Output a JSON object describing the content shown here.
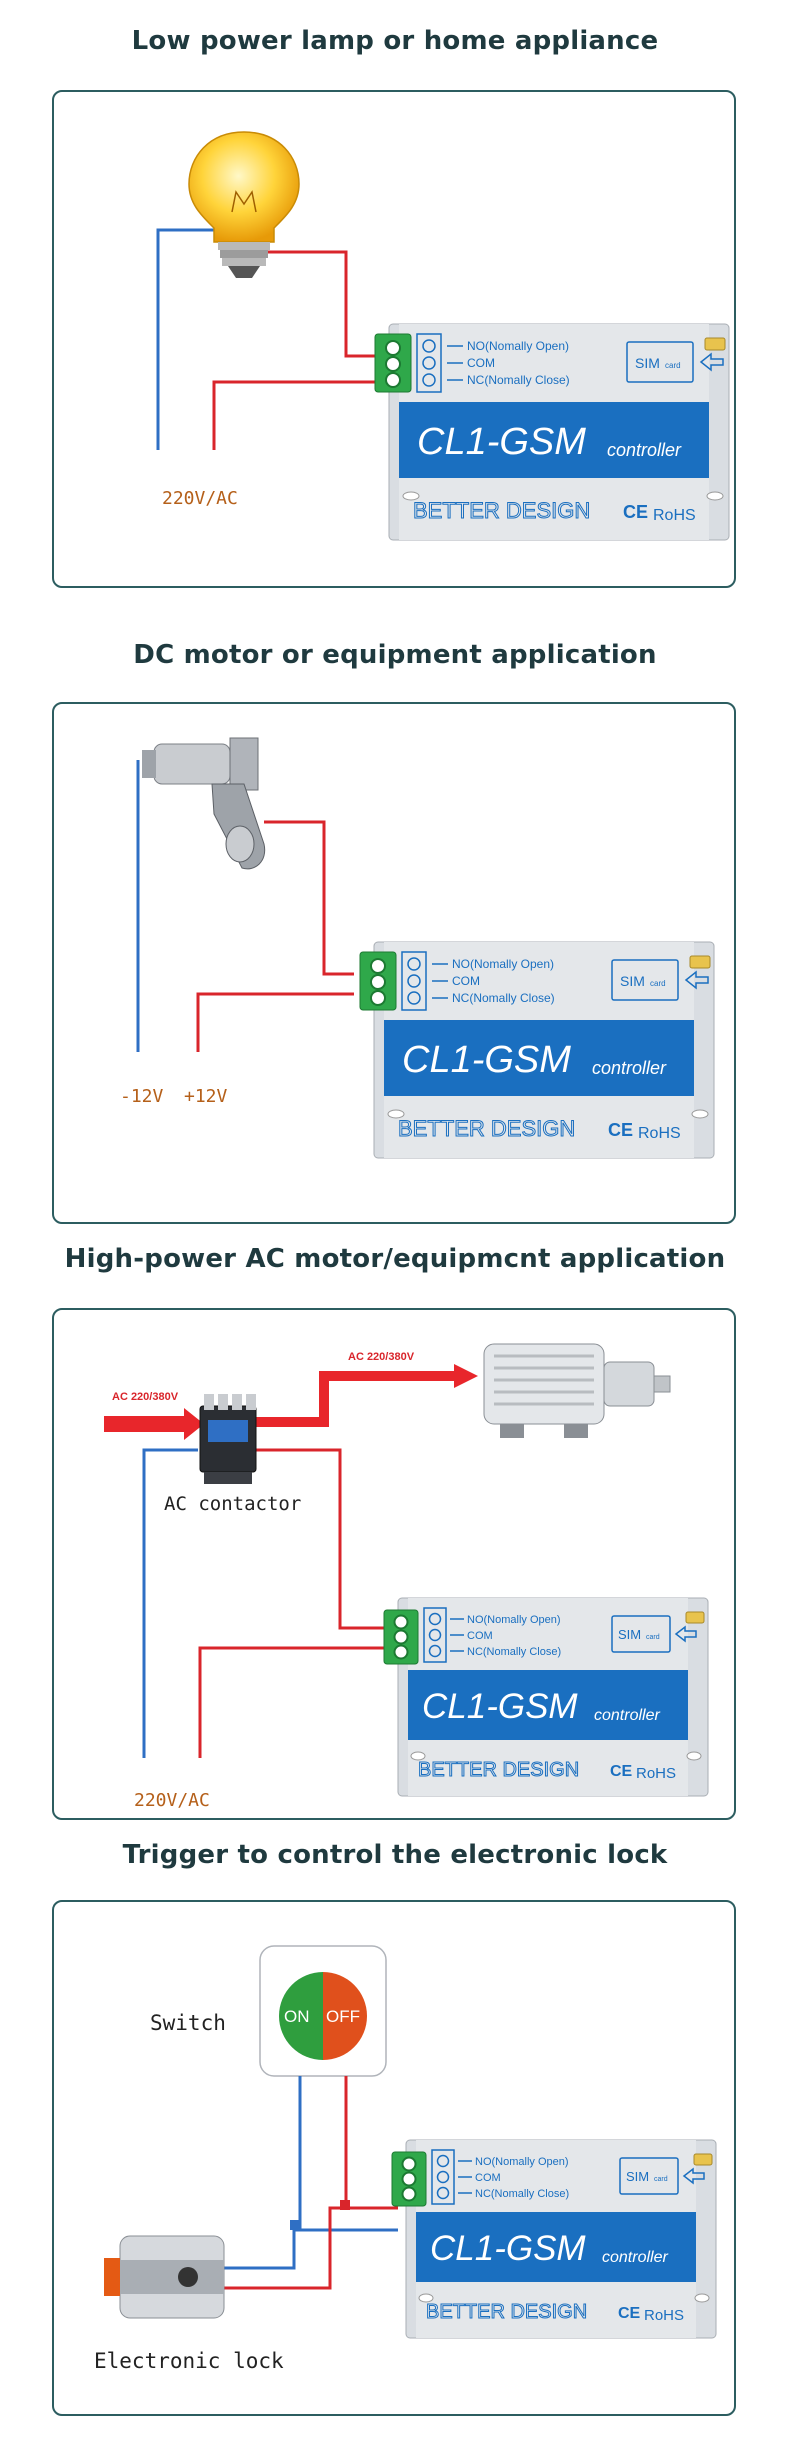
{
  "device": {
    "model": "CL1-GSM",
    "model_suffix": "controller",
    "terminals": [
      "NO(Nomally Open)",
      "COM",
      "NC(Nomally Close)"
    ],
    "sim_prefix": "SIM",
    "sim_suffix": "card",
    "brand": "BETTER DESIGN",
    "ce_mark": "CE",
    "rohs_mark": "RoHS",
    "colors": {
      "body_blue": "#1a6fc0",
      "case_gray": "#d9dde2",
      "terminal_green": "#2fa84a"
    }
  },
  "wires": {
    "live_color": "#d9252b",
    "neutral_color": "#2f6fc4"
  },
  "sections": [
    {
      "title": "Low power lamp or home appliance",
      "load_icon": "light-bulb-icon",
      "supply_label": "220V/AC"
    },
    {
      "title": "DC motor or equipment application",
      "load_icon": "dc-motor-icon",
      "neg_label": "-12V",
      "pos_label": "+12V"
    },
    {
      "title": "High-power AC motor/equipmcnt application",
      "load_icon": "ac-motor-icon",
      "input_label": "AC 220/380V",
      "output_label": "AC 220/380V",
      "contactor_label": "AC contactor",
      "supply_label": "220V/AC"
    },
    {
      "title": "Trigger to control the electronic lock",
      "switch_label": "Switch",
      "switch_on": "ON",
      "switch_off": "OFF",
      "lock_label": "Electronic lock"
    }
  ]
}
